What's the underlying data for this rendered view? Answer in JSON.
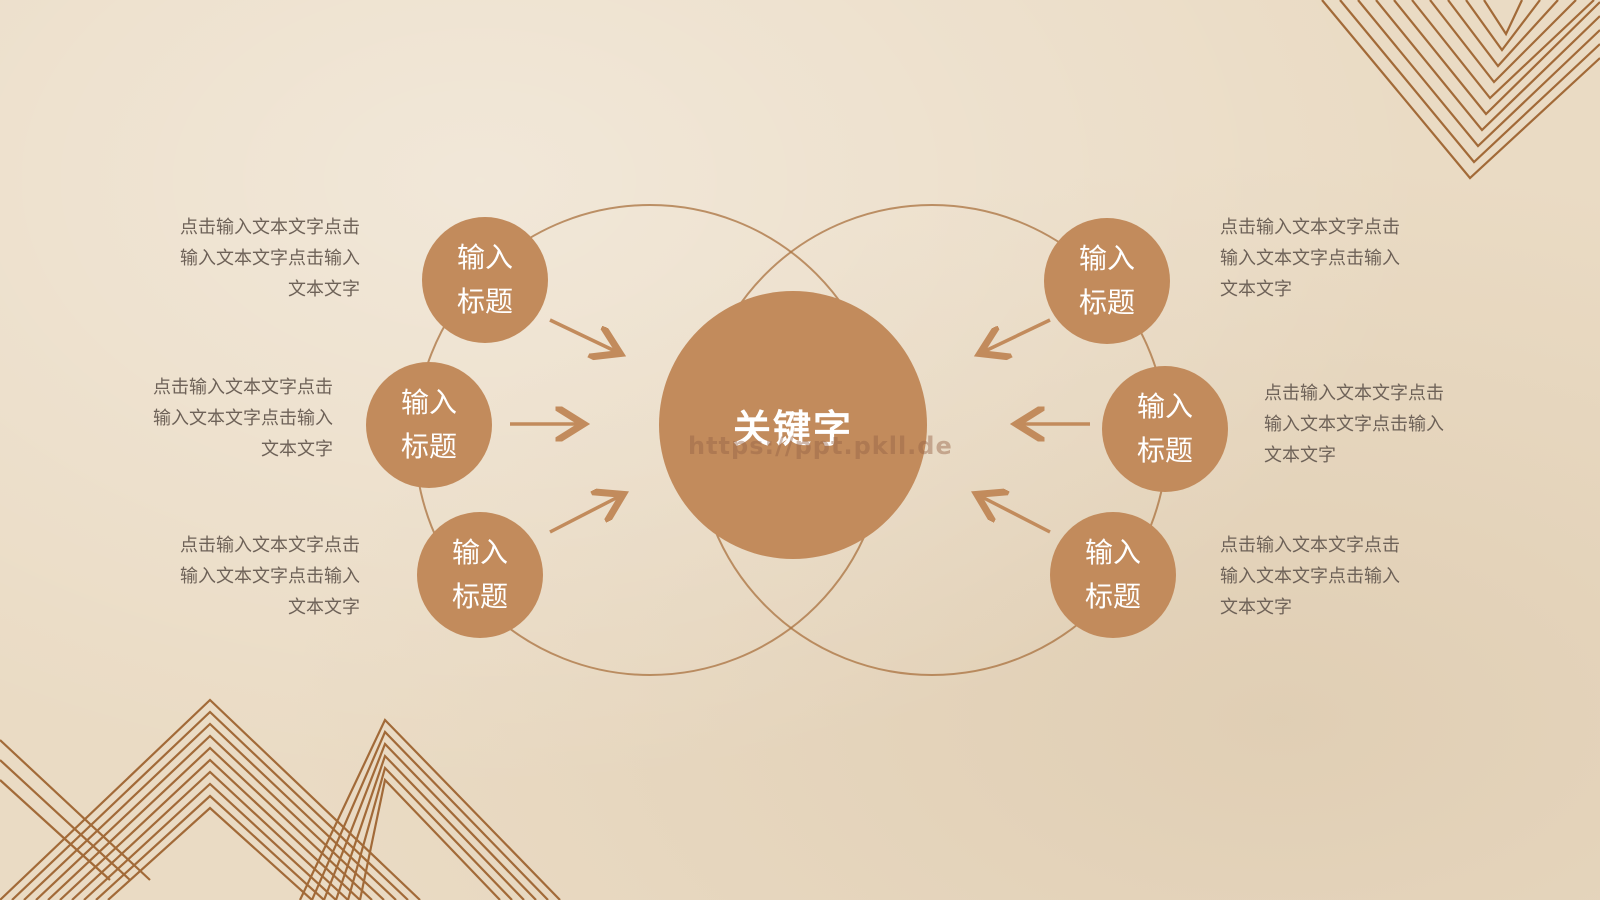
{
  "colors": {
    "accent": "#c28b5c",
    "line": "#a9723f",
    "background": "#eadbc4",
    "text": "#6e6258"
  },
  "center": {
    "keyword": "关键字",
    "watermark": "https://ppt.pkll.de"
  },
  "nodes": [
    {
      "title": "输入标题",
      "desc": "点击输入文本文字点击输入文本文字点击输入文本文字"
    },
    {
      "title": "输入标题",
      "desc": "点击输入文本文字点击输入文本文字点击输入文本文字"
    },
    {
      "title": "输入标题",
      "desc": "点击输入文本文字点击输入文本文字点击输入文本文字"
    },
    {
      "title": "输入标题",
      "desc": "点击输入文本文字点击输入文本文字点击输入文本文字"
    },
    {
      "title": "输入标题",
      "desc": "点击输入文本文字点击输入文本文字点击输入文本文字"
    },
    {
      "title": "输入标题",
      "desc": "点击输入文本文字点击输入文本文字点击输入文本文字"
    }
  ]
}
